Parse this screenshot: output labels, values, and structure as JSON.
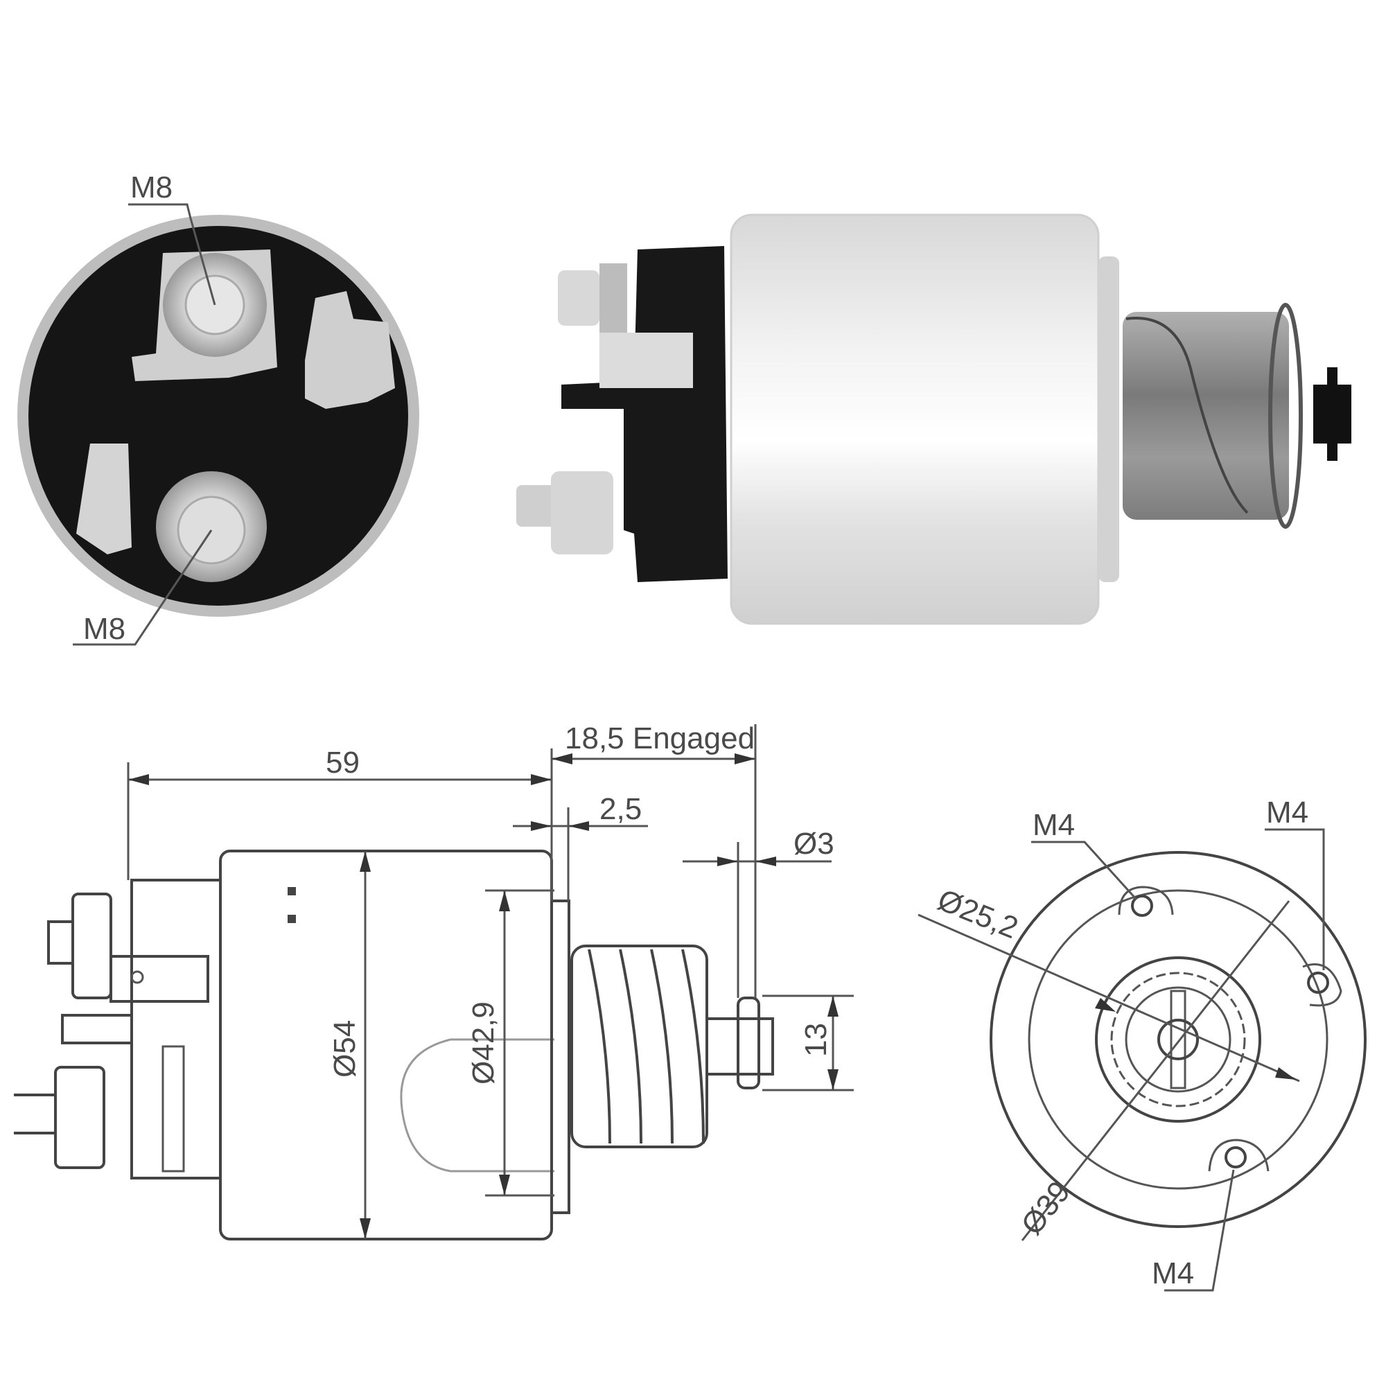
{
  "photo_end_view": {
    "labels": {
      "top_terminal": "M8",
      "bottom_terminal": "M8"
    }
  },
  "photo_side_view": {
    "description": "Starter solenoid photo side view"
  },
  "drawing_side_view": {
    "dimensions": {
      "body_length": "59",
      "engaged_travel": "18,5 Engaged",
      "gap": "2,5",
      "pin_diameter": "Ø3",
      "body_diameter": "Ø54",
      "inner_diameter": "Ø42,9",
      "shaft_length": "13"
    }
  },
  "drawing_end_view": {
    "labels": {
      "hole_top": "M4",
      "hole_right": "M4",
      "hole_bottom": "M4",
      "inner_circle": "Ø25,2",
      "bolt_circle": "Ø39"
    }
  },
  "colors": {
    "line": "#444444",
    "text": "#4a4a4a",
    "cap_dark": "#151515",
    "metal_light": "#e8e8e8",
    "metal_mid": "#b5b5b5"
  }
}
